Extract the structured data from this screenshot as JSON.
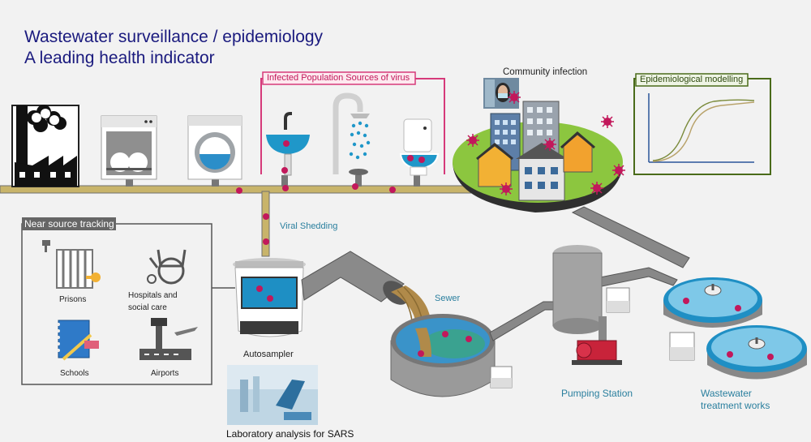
{
  "title": {
    "line1": "Wastewater surveillance / epidemiology",
    "line2": "A leading health indicator"
  },
  "labels": {
    "infected_sources": "Infected Population Sources of virus",
    "community_infection": "Community infection",
    "epi_modelling": "Epidemiological modelling",
    "near_source": "Near source tracking",
    "viral_shedding": "Viral Shedding",
    "prisons": "Prisons",
    "hospitals_line1": "Hospitals and",
    "hospitals_line2": "social care",
    "schools": "Schools",
    "airports": "Airports",
    "autosampler": "Autosampler",
    "sewer": "Sewer",
    "pumping_station": "Pumping Station",
    "wwtw_line1": "Wastewater",
    "wwtw_line2": "treatment works",
    "lab_analysis": "Laboratory analysis for SARS"
  },
  "colors": {
    "title": "#1a1a7e",
    "pipe": "#c8b46a",
    "virus": "#c2185b",
    "green_box": "#4a6b1a",
    "pink_box": "#d63a7a",
    "accent_blue": "#2a7f9e"
  }
}
